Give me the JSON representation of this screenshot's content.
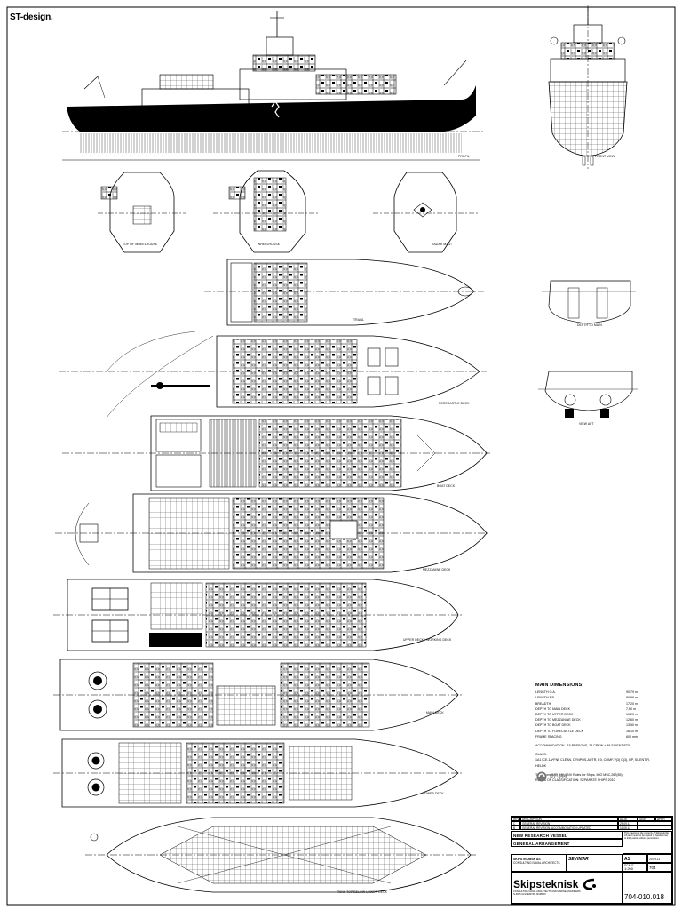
{
  "brand": "ST-design.",
  "view_labels": {
    "profile": "PROFIL",
    "front_view": "FRONT VIEW",
    "top_wheelhouse": "TOP OF WHEELHOUSE",
    "wheelhouse": "WHEELHOUSE",
    "radar_mast": "RADAR MAST",
    "trawl": "TRAWL",
    "forecastle_deck": "FORECASTLE DECK",
    "boat_deck": "BOAT DECK",
    "mezzanine_deck": "MEZZANINE DECK",
    "upper_deck": "UPPER DECK / WORKING DECK",
    "main_deck": "MAIN DECK",
    "lower_deck": "LOWER DECK",
    "tank_top": "TANK TOP/BELOW LOWER DECK",
    "view_aft": "VIEW AFT",
    "depth_main": "DEPTH TO MAIN"
  },
  "main_dimensions": {
    "heading": "MAIN DIMENSIONS:",
    "rows": [
      {
        "label": "LENGTH O.A.",
        "value": "90,79 m"
      },
      {
        "label": "LENGTH P.P.",
        "value": "80,99 m"
      },
      {
        "label": "BREADTH",
        "value": "17,20 m"
      },
      {
        "label": "DEPTH TO MAIN DECK",
        "value": "7,60 m"
      },
      {
        "label": "DEPTH TO UPPER DECK",
        "value": "10,20 m"
      },
      {
        "label": "DEPTH TO MEZZANINE DECK",
        "value": "12,60 m"
      },
      {
        "label": "DEPTH TO BOAT DECK",
        "value": "13,50 m"
      },
      {
        "label": "DEPTH TO FORECASTLE DECK",
        "value": "16,10 m"
      },
      {
        "label": "FRAME SPACING",
        "value": "600 mm"
      }
    ],
    "accommodation": "ACCOMMODATION - 15 PERSONS, 24 CREW + 38 SCIENTISTS",
    "class_heading": "CLASS:",
    "class_text": "1A1 ICE-1A*FNI, CLEAN, DYNPOS-AUTR, E0, COMF-V(3) C(3), RP, SILENT-R, HELDK",
    "compliance_1": "To be compliant with DNV Rules for Ships, IMO MSC.267(85)",
    "compliance_2": "RULES OF CLASSIFICATION: SEPARATE SHIPS 2010"
  },
  "logo_st344": "ST-344",
  "title_block": {
    "rev_rows": [
      {
        "rev": "C",
        "desc": "GENERAL REVISION",
        "date": "29.09.11"
      },
      {
        "rev": "B",
        "desc": "GENERAL REVISION, ACCOMMODATION UPDATED",
        "date": "11.05.11"
      }
    ],
    "rev_headers": {
      "rev": "REV.",
      "desc": "DESCRIPTION",
      "date": "DATE",
      "sign": "SIGN",
      "appr": "APPR"
    },
    "project_title": "NEW RESEARCH VESSEL",
    "drawing_title": "GENERAL ARRANGEMENT",
    "disclaimer": "This drawing is the property of Skipsteknisk AS and must not be copied or handed over to third parties without permission.",
    "company_1": "SKIPSTEKNISK AS",
    "company_1_sub": "CONSULTING NAVAL ARCHITECTS",
    "company_2": "SEVIMAR",
    "size_label": "A1",
    "date_value": "29.09.11",
    "scale_label": "SCALE",
    "scale_value": "1:200",
    "sheet_value": "704",
    "skipsteknisk": "Skipsteknisk",
    "sk_sub_1": "CONSULTING NAVAL ARCHITECTS AND MARINE ENGINEERS",
    "sk_sub_2": "N-6065 ULSTEINVIK, NORWAY",
    "drawing_number": "704-010.018"
  }
}
